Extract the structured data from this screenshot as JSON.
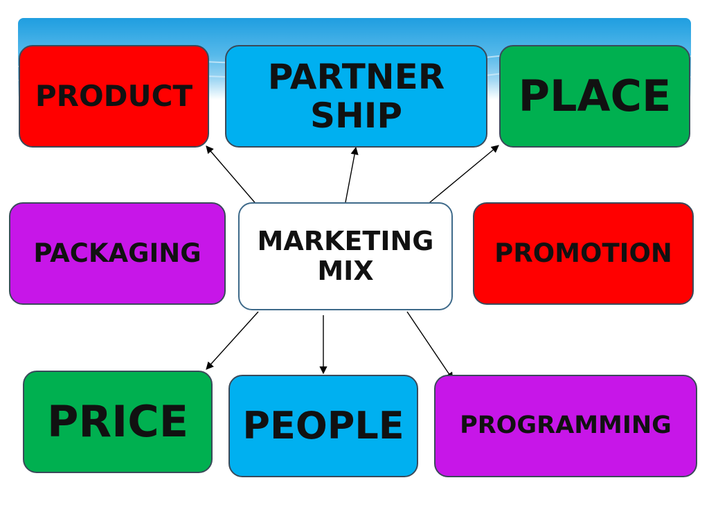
{
  "diagram": {
    "center": {
      "lines": [
        "MARKETING",
        "MIX"
      ]
    },
    "nodes": {
      "product": {
        "label": "PRODUCT",
        "color": "#ff0000"
      },
      "partnership": {
        "lines": [
          "PARTNER",
          "SHIP"
        ],
        "color": "#00b0f0"
      },
      "place": {
        "label": "PLACE",
        "color": "#00b050"
      },
      "packaging": {
        "label": "PACKAGING",
        "color": "#c716e8"
      },
      "promotion": {
        "label": "PROMOTION",
        "color": "#ff0000"
      },
      "price": {
        "label": "PRICE",
        "color": "#00b050"
      },
      "people": {
        "label": "PEOPLE",
        "color": "#00b0f0"
      },
      "programming": {
        "label": "PROGRAMMING",
        "color": "#c716e8"
      }
    },
    "edges": [
      {
        "from": "marketing-mix",
        "to": "product"
      },
      {
        "from": "marketing-mix",
        "to": "partnership"
      },
      {
        "from": "marketing-mix",
        "to": "place"
      },
      {
        "from": "marketing-mix",
        "to": "price"
      },
      {
        "from": "marketing-mix",
        "to": "people"
      },
      {
        "from": "marketing-mix",
        "to": "programming"
      }
    ],
    "header_color": "#1f9ee0"
  }
}
